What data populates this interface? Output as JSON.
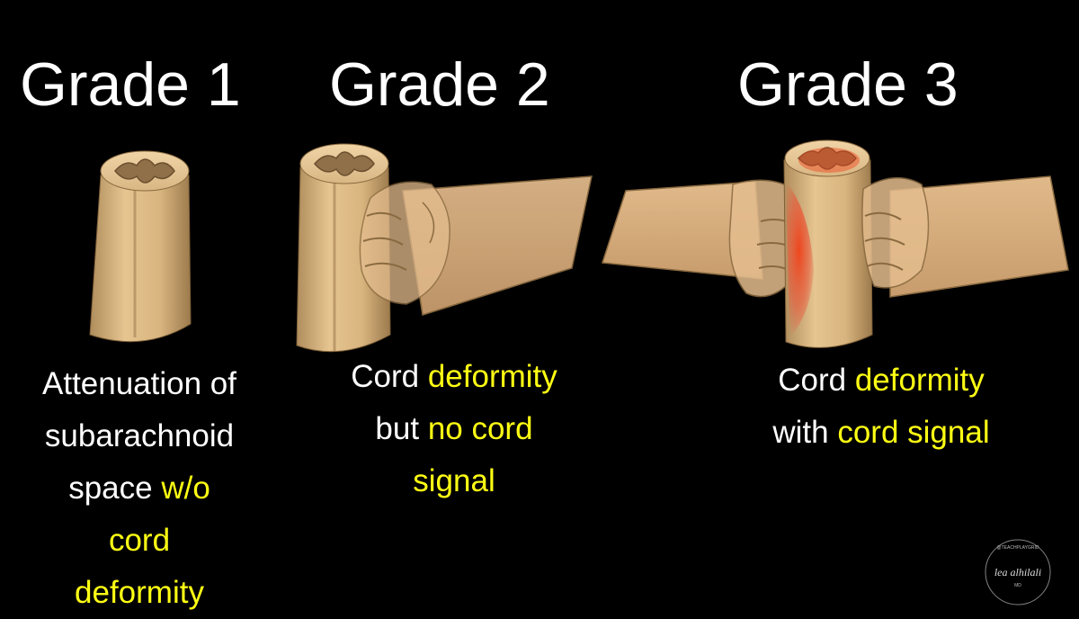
{
  "grades": [
    {
      "title": "Grade 1",
      "caption": {
        "line1": "Attenuation of",
        "line2": "subarachnoid",
        "line3_white": "space ",
        "line3_yellow": "w/o",
        "line4": "cord",
        "line5": "deformity"
      }
    },
    {
      "title": "Grade 2",
      "caption": {
        "line1_white": "Cord ",
        "line1_yellow": "deformity",
        "line2_white": "but ",
        "line2_yellow": "no cord",
        "line3": "signal"
      }
    },
    {
      "title": "Grade 3",
      "caption": {
        "line1_white": "Cord ",
        "line1_yellow": "deformity",
        "line2_white": "with ",
        "line2_yellow": "cord signal"
      }
    }
  ],
  "signature": {
    "top_text": "@TEACHPLAYGRID",
    "name": "lea alhilali",
    "suffix": "MD"
  },
  "colors": {
    "background": "#000000",
    "title_text": "#ffffff",
    "highlight_text": "#ffff14",
    "cord": "#e2bf8c",
    "signal": "#e8401e"
  }
}
